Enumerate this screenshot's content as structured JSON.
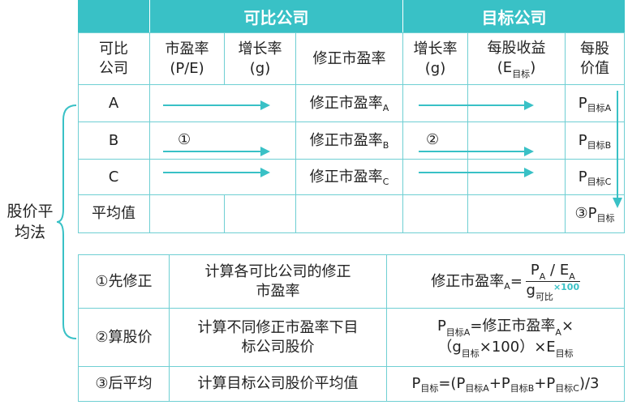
{
  "top_table": {
    "group_headers": {
      "comparable": "可比公司",
      "target": "目标公司"
    },
    "column_headers": {
      "company_l1": "可比",
      "company_l2": "公司",
      "pe_l1": "市盈率",
      "pe_l2": "(P/E)",
      "growth_l1": "增长率",
      "growth_l2": "(g)",
      "adj_pe": "修正市盈率",
      "tgrowth_l1": "增长率",
      "tgrowth_l2": "(g)",
      "eps_l1": "每股收益",
      "eps_l2_pre": "(E",
      "eps_l2_sub": "目标",
      "eps_l2_post": ")",
      "val_l1": "每股",
      "val_l2": "价值"
    },
    "rows": [
      {
        "company": "A",
        "adj_pe": "修正市盈率",
        "adj_sub": "A",
        "value_main": "P",
        "value_sub": "目标A"
      },
      {
        "company": "B",
        "adj_pe": "修正市盈率",
        "adj_sub": "B",
        "value_main": "P",
        "value_sub": "目标B"
      },
      {
        "company": "C",
        "adj_pe": "修正市盈率",
        "adj_sub": "C",
        "value_main": "P",
        "value_sub": "目标C"
      }
    ],
    "avg_row": {
      "label": "平均值",
      "value_prefix": "③P",
      "value_sub": "目标"
    },
    "step_markers": {
      "one": "①",
      "two": "②"
    }
  },
  "side_label": {
    "line1": "股价平",
    "line2": "均法"
  },
  "bottom_table": {
    "rows": [
      {
        "step": "①先修正",
        "desc_l1": "计算各可比公司的修正",
        "desc_l2": "市盈率"
      },
      {
        "step": "②算股价",
        "desc_l1": "计算不同修正市盈率下目",
        "desc_l2": "标公司股价"
      },
      {
        "step": "③后平均",
        "desc_l1": "计算目标公司股价平均值",
        "desc_l2": ""
      }
    ],
    "formula1": {
      "lhs": "修正市盈率",
      "lhs_sub": "A",
      "eq": "=",
      "num_p": "P",
      "num_p_sub": "A",
      "num_slash": " / ",
      "num_e": "E",
      "num_e_sub": "A",
      "den_g": "g",
      "den_g_sub": "可比",
      "den_x100": "×100"
    },
    "formula2": {
      "p": "P",
      "p_sub": "目标A",
      "mid": "=修正市盈率",
      "mid_sub": "A",
      "times": "×",
      "l2_open": "（g",
      "l2_g_sub": "目标",
      "l2_mid": "×100）×E",
      "l2_e_sub": "目标"
    },
    "formula3": {
      "p": "P",
      "p_sub": "目标",
      "eq": "=(P",
      "s1": "目标A",
      "plus1": "+P",
      "s2": "目标B",
      "plus2": "+P",
      "s3": "目标C",
      "end": ")/3"
    }
  }
}
